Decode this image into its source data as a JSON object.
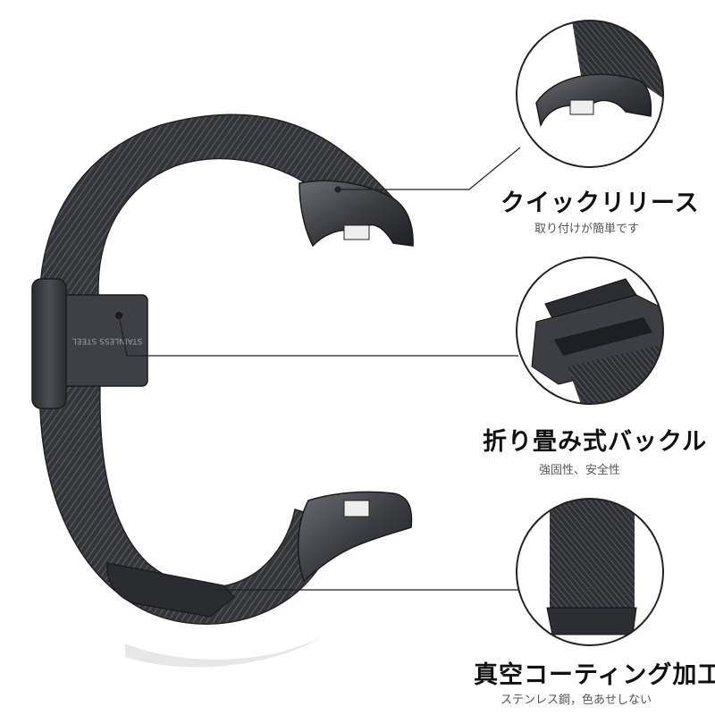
{
  "buckle_engraving": "STAINLESS STEEL",
  "features": [
    {
      "title": "クイックリリース",
      "subtitle": "取り付けが簡単です",
      "detail_icon": "quick-release-connector"
    },
    {
      "title": "折り畳み式バックル",
      "subtitle": "強固性、安全性",
      "detail_icon": "folding-buckle"
    },
    {
      "title": "真空コーティング加工",
      "subtitle": "ステンレス鋼，色あせしない",
      "detail_icon": "mesh-coating"
    }
  ],
  "colors": {
    "band": "#3a3c40",
    "band_dark": "#25272a",
    "band_light": "#5c5f64",
    "line": "#222222"
  }
}
